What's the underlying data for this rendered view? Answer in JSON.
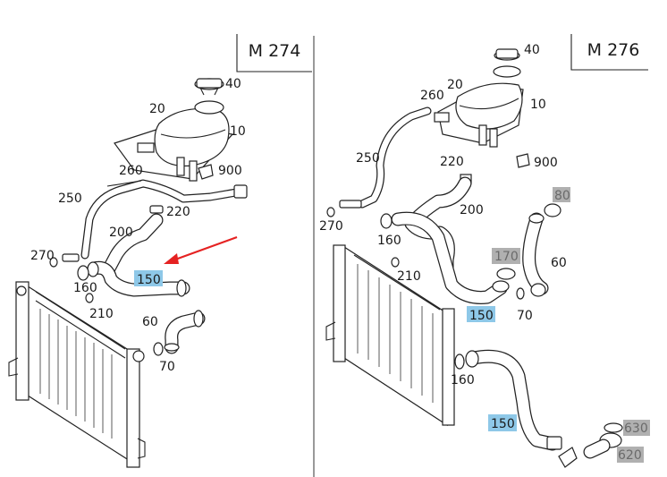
{
  "panels": {
    "left": {
      "title": "M 274",
      "labels": {
        "p40": "40",
        "p20": "20",
        "p10": "10",
        "p900": "900",
        "p260": "260",
        "p250": "250",
        "p220": "220",
        "p200": "200",
        "p270": "270",
        "p150": "150",
        "p160": "160",
        "p210": "210",
        "p60": "60",
        "p70": "70"
      }
    },
    "right": {
      "title": "M 276",
      "labels": {
        "p40": "40",
        "p20": "20",
        "p260": "260",
        "p10": "10",
        "p250": "250",
        "p220": "220",
        "p900": "900",
        "p80": "80",
        "p200": "200",
        "p270": "270",
        "p160": "160",
        "p170": "170",
        "p60": "60",
        "p210": "210",
        "p150a": "150",
        "p70": "70",
        "p160b": "160",
        "p150b": "150",
        "p630": "630",
        "p620": "620"
      }
    }
  },
  "colors": {
    "highlight_blue": "#8ec8e8",
    "highlight_grey": "#b0b0b0",
    "arrow_red": "#e52222"
  }
}
